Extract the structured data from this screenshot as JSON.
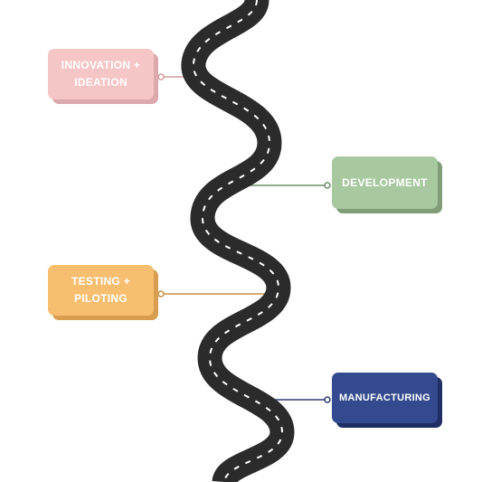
{
  "stages": [
    {
      "label": "INNOVATION +\nIDEATION",
      "color": "#f6c6c6",
      "shadow": "#dba9ab",
      "line": "#d49a9c"
    },
    {
      "label": "DEVELOPMENT",
      "color": "#a8c8a0",
      "shadow": "#7f9e78",
      "line": "#6f8e69"
    },
    {
      "label": "TESTING +\nPILOTING",
      "color": "#f8be6f",
      "shadow": "#d89d4f",
      "line": "#c9913f"
    },
    {
      "label": "MANUFACTURING",
      "color": "#344a8e",
      "shadow": "#1f2f63",
      "line": "#2b3d78"
    }
  ],
  "road": {
    "color": "#2b2b2b",
    "dash_color": "#ffffff"
  }
}
